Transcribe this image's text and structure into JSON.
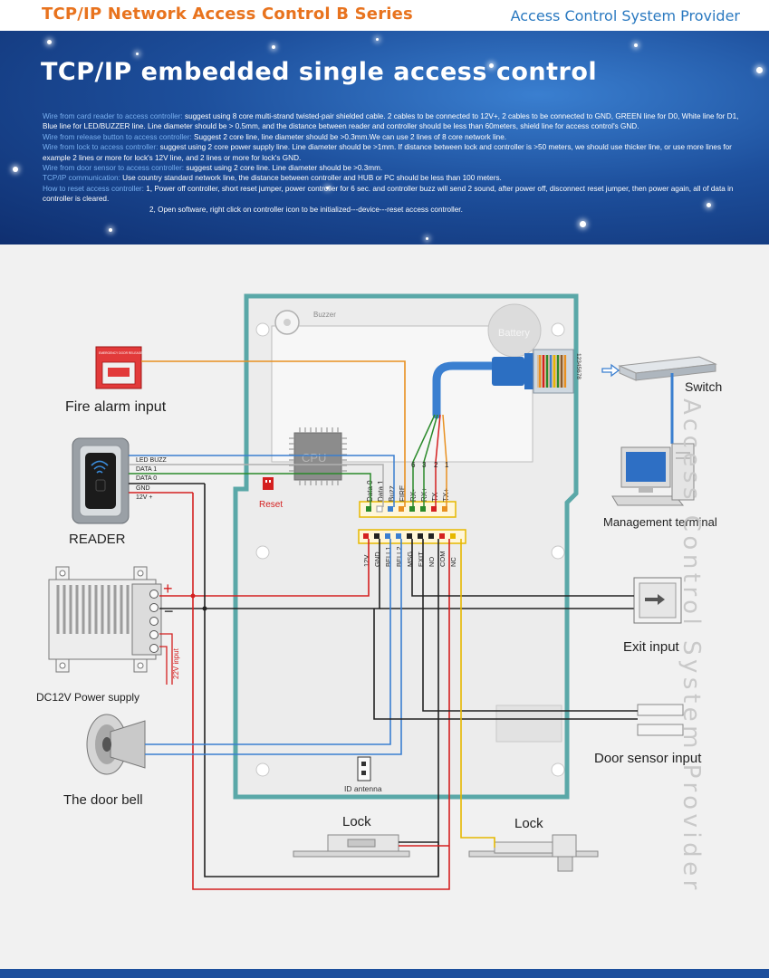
{
  "header": {
    "series_title": "TCP/IP Network Access Control  B  Series",
    "provider": "Access Control System Provider"
  },
  "banner": {
    "title": "TCP/IP embedded single access control",
    "notes": [
      {
        "key": "Wire from card reader to access controller:",
        "text": " suggest using 8 core multi-strand twisted-pair shielded cable. 2 cables to be connected to 12V+, 2 cables to be connected to GND, GREEN line for D0, White line for D1, Blue line for LED/BUZZER line. Line diameter should be > 0.5mm, and the distance between reader and controller should be less than 60meters, shield line for access control's GND."
      },
      {
        "key": "Wire from release button to access controller:",
        "text": " Suggest 2 core line, line diameter should be >0.3mm.We can use 2 lines of 8 core network line."
      },
      {
        "key": "Wire from lock to access controller:",
        "text": " suggest using 2 core power supply line. Line diameter should be >1mm. If distance between lock and controller is >50 meters, we should use thicker line, or use more lines for example 2 lines or more for lock's 12V line, and 2 lines or more for lock's GND."
      },
      {
        "key": "Wire from door sensor to access controller:",
        "text": " suggest using 2 core line. Line diameter should be >0.3mm."
      },
      {
        "key": "TCP/IP communication:",
        "text": " Use country standard network line, the distance between controller and HUB or PC should be less than 100 meters."
      },
      {
        "key": "How to reset access controller:",
        "text": " 1, Power off controller, short reset jumper, power controller for 6 sec. and controller buzz will send 2 sound, after power off, disconnect reset jumper, then power again, all of data in controller is cleared."
      }
    ],
    "note_indent": "2, Open software, right click on controller icon to be initialized---device---reset access controller."
  },
  "board": {
    "buzzer": "Buzzer",
    "battery": "Battery",
    "cpu": "CPU",
    "reset": "Reset",
    "id_antenna": "ID antenna",
    "top_terminals": [
      "Data 0",
      "Data 1",
      "Buzz",
      "FIRE",
      "RX-",
      "RX+",
      "TX-",
      "TX+"
    ],
    "bottom_terminals": [
      "12V",
      "GND",
      "BELL1",
      "BELL2",
      "MSG",
      "EXIT",
      "NO",
      "COM",
      "NC"
    ],
    "rj45_pins": [
      "6",
      "3",
      "2",
      "1"
    ],
    "rj45_numbers": "12345678"
  },
  "reader": {
    "label": "READER",
    "wires": [
      "LED BUZZ",
      "DATA 1",
      "DATA 0",
      "GND",
      "12V +"
    ]
  },
  "devices": {
    "fire_alarm": "Fire alarm input",
    "fire_box_top": "EMERGENCY DOOR RELEASE",
    "power_supply": "DC12V Power supply",
    "psu_input": "22V input",
    "plus": "+",
    "minus": "−",
    "door_bell": "The door bell",
    "switch": "Switch",
    "management": "Management terminal",
    "exit_input": "Exit input",
    "door_sensor": "Door sensor input",
    "lock1": "Lock",
    "lock2": "Lock"
  },
  "watermark": "Access Control System Provider",
  "colors": {
    "accent_orange": "#e8731e",
    "provider_blue": "#2a79c0",
    "board_border": "#5aa8a8",
    "wire_red": "#d42020",
    "wire_blue": "#3a7fd0",
    "wire_black": "#222222",
    "wire_green": "#2a8a2a",
    "wire_orange": "#e89020",
    "wire_yellow": "#e6b800"
  }
}
